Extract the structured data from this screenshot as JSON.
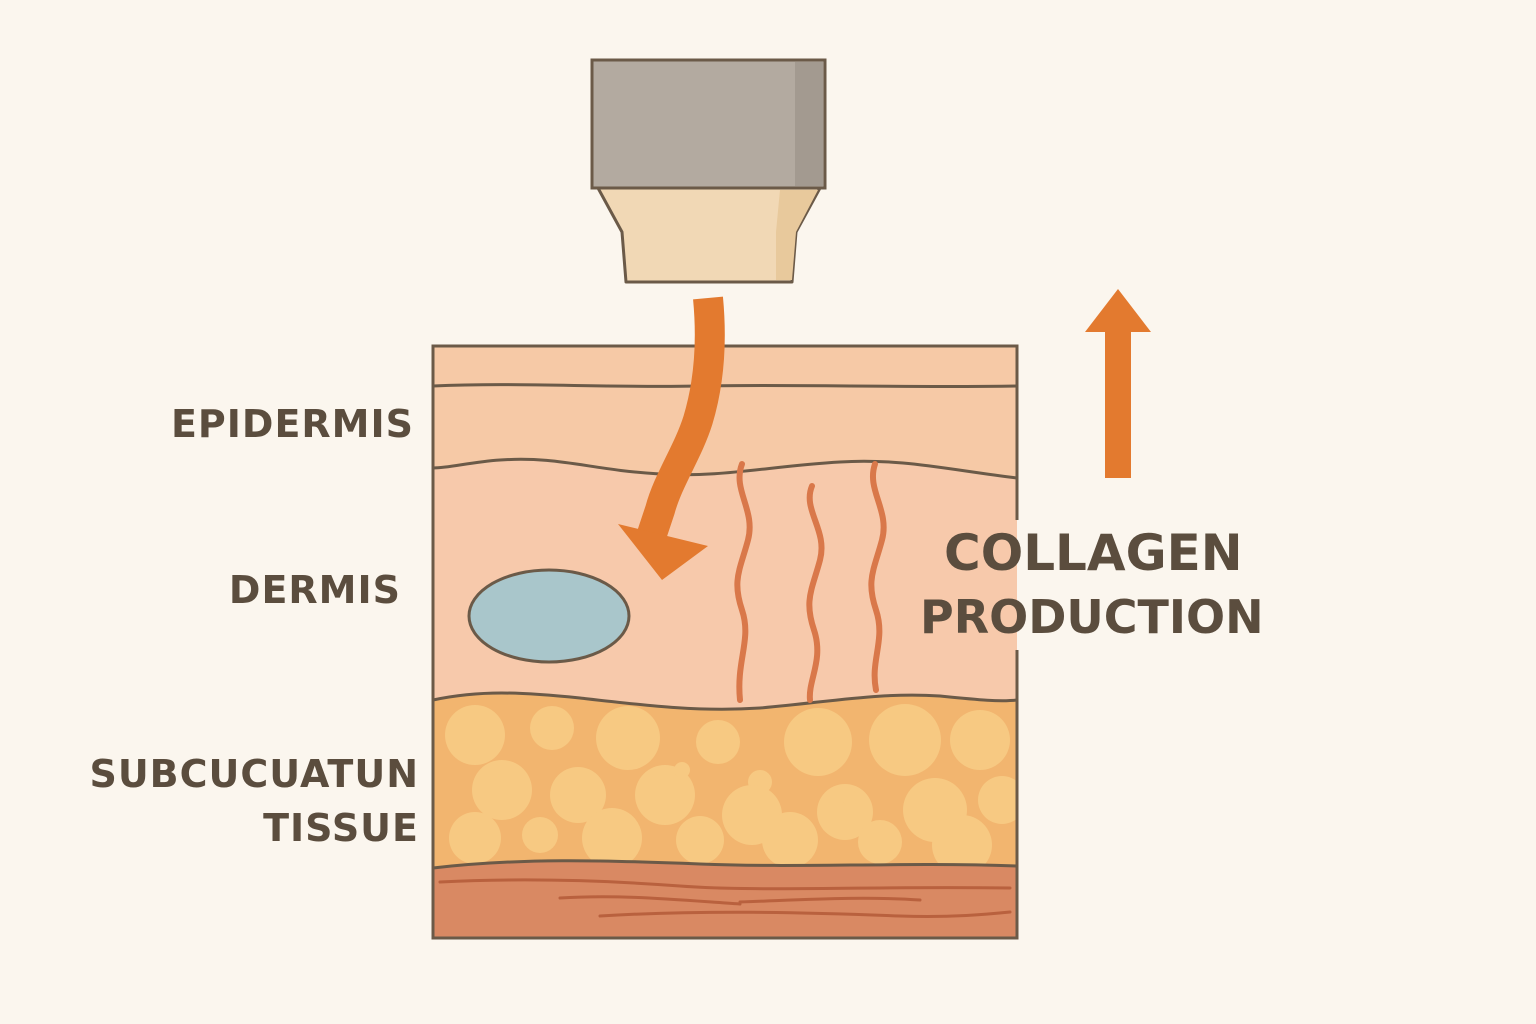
{
  "labels": {
    "epidermis": "EPIDERMIS",
    "dermis": "DERMIS",
    "subcutaneous_line1": "SUBCUCUATUN",
    "subcutaneous_line2": "TISSUE",
    "collagen": "COLLAGEN",
    "production": "PRODUCTION"
  },
  "icons": {
    "device": "ultrasound-transducer-icon",
    "energy_arrow": "curved-arrow-down-icon",
    "collagen_arrow": "arrow-up-icon",
    "vessel": "blood-vessel-ellipse",
    "collagen_fibers": "wavy-collagen-fibers"
  },
  "colors": {
    "background": "#fbf6ee",
    "text": "#5b4d3e",
    "outline": "#6b5a48",
    "epidermis": "#f6c9a6",
    "dermis": "#f7c9ab",
    "subcutaneous": "#f2b56f",
    "fat_cells": "#f7c982",
    "muscle": "#d98963",
    "arrow": "#e37a2f",
    "fiber": "#d9784a",
    "vessel": "#a9c6cb",
    "device_body": "#b3aaa0",
    "device_tip": "#f1d8b5"
  }
}
